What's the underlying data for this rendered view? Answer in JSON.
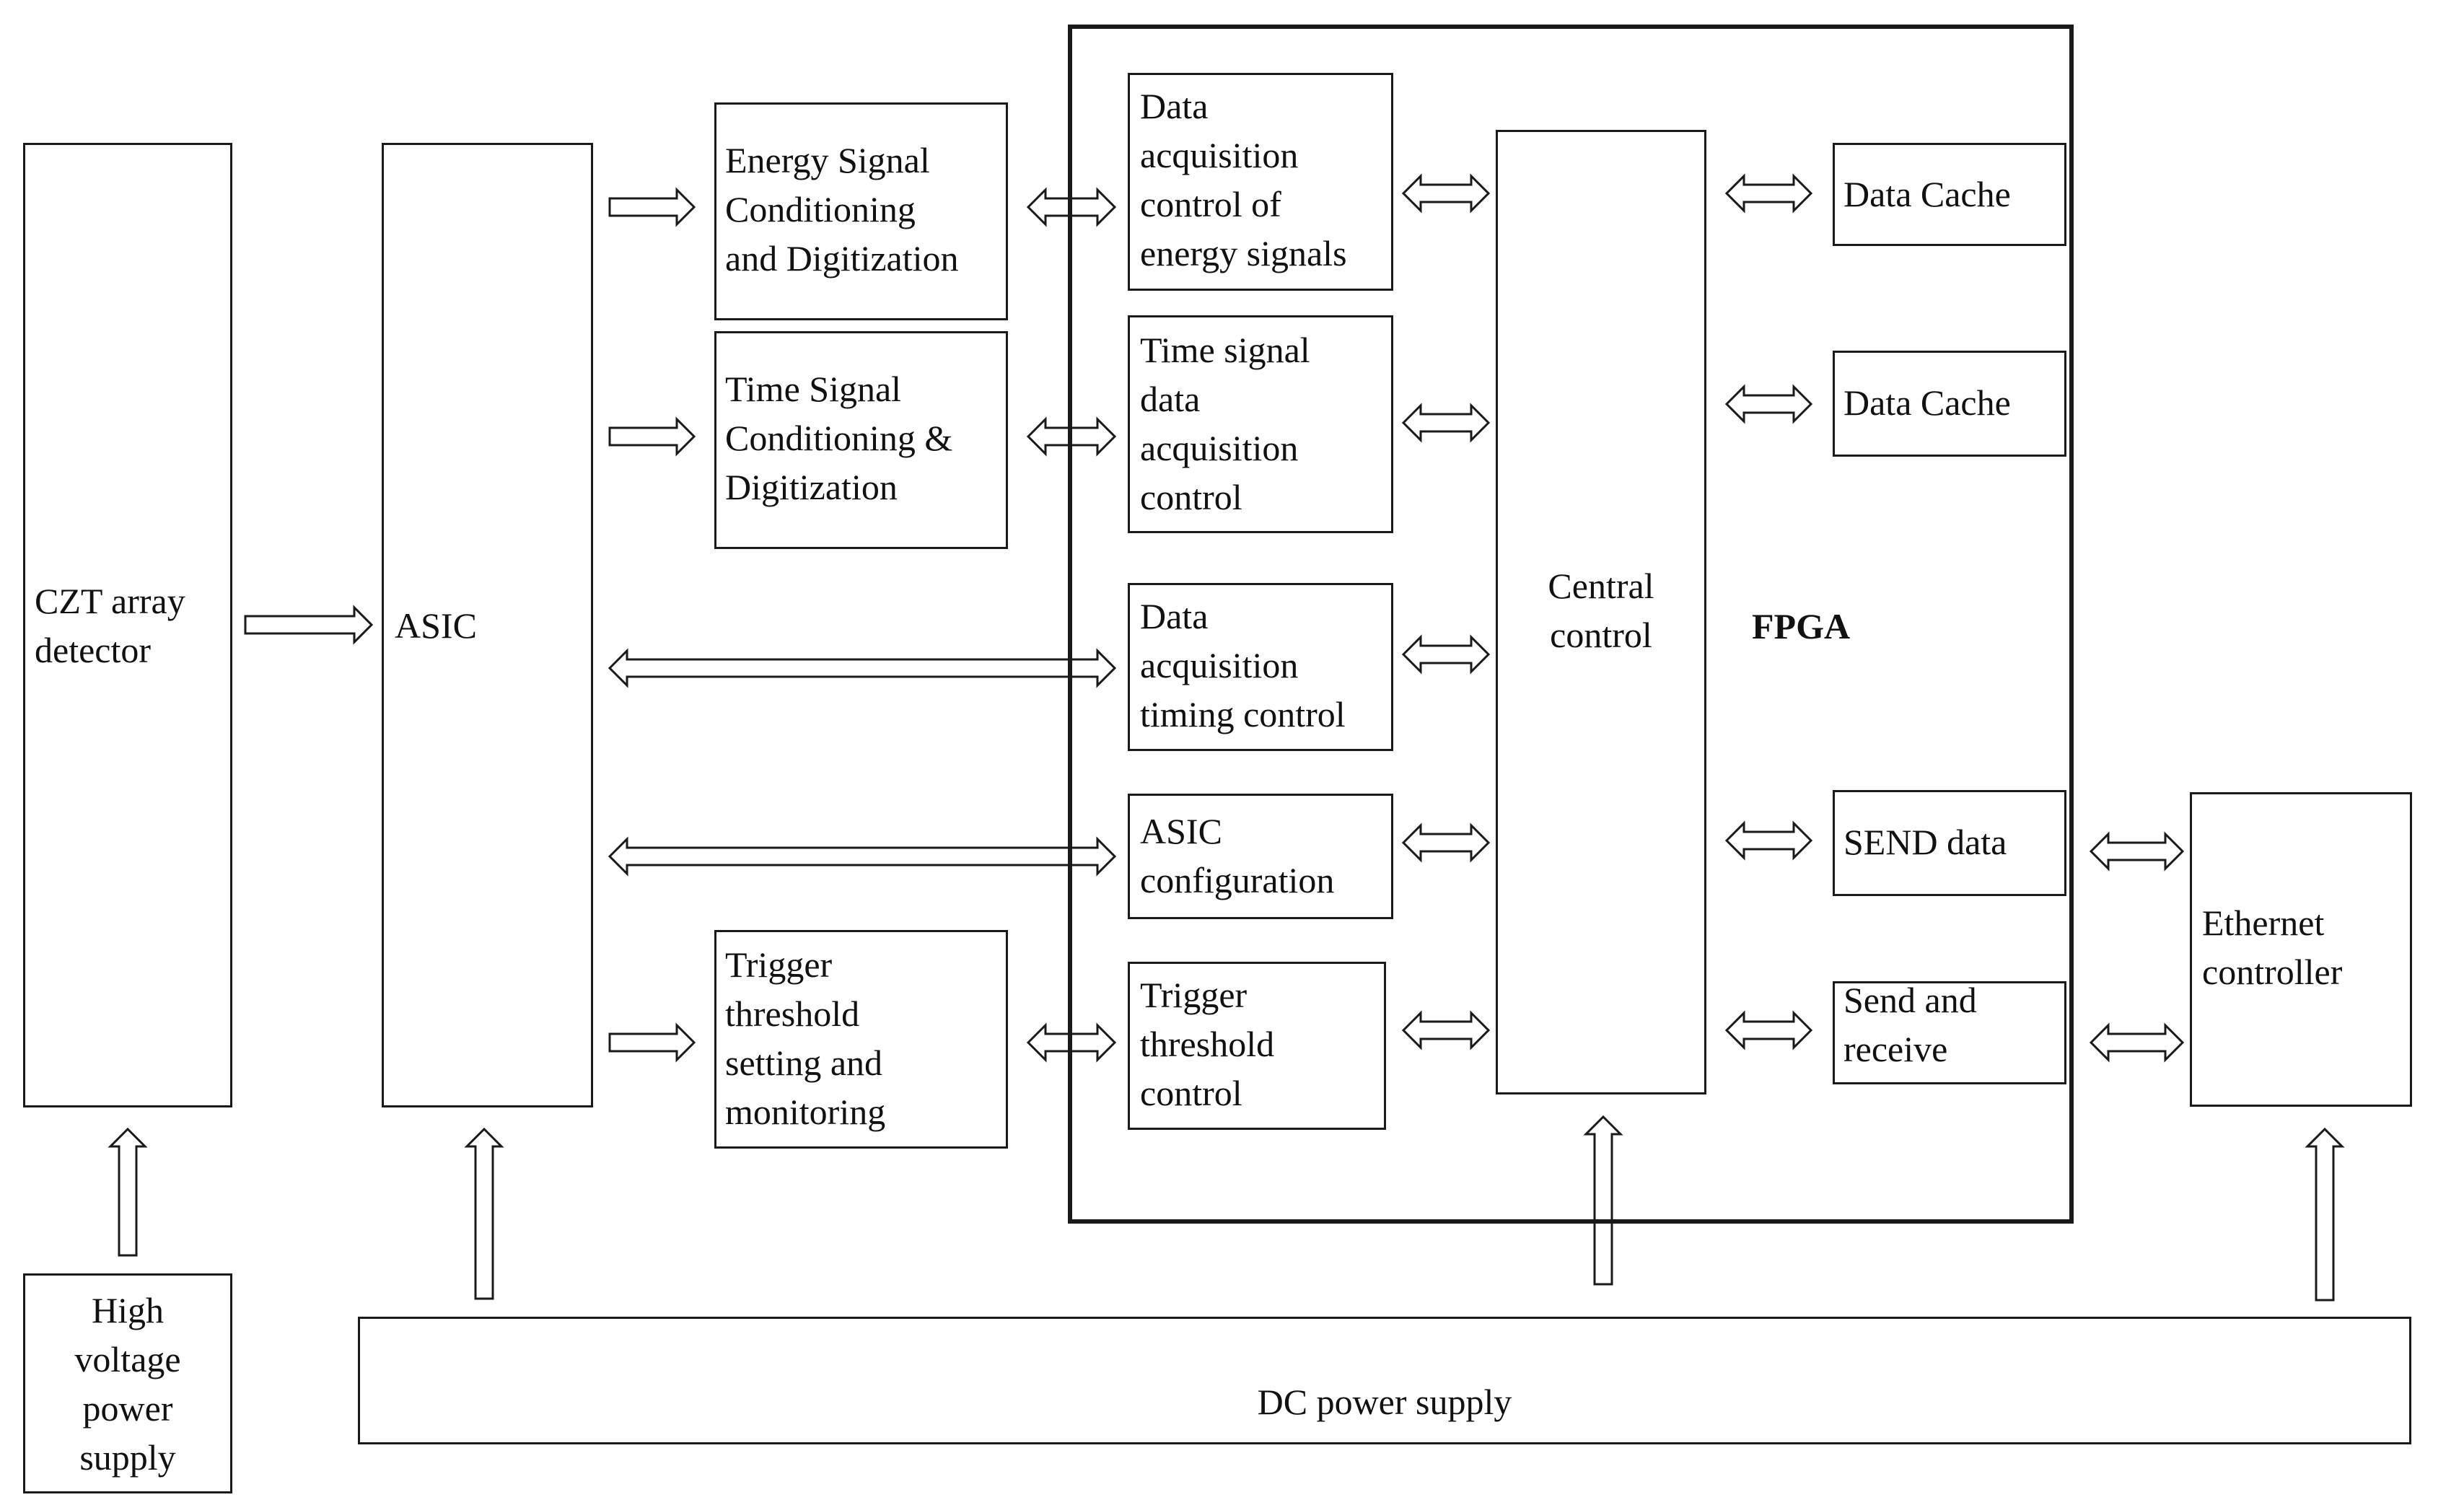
{
  "blocks": {
    "czt": "CZT array\ndetector",
    "hv": "High\nvoltage\npower\nsupply",
    "asic": "ASIC",
    "energy_cond": "Energy Signal\nConditioning\nand Digitization",
    "time_cond": "Time Signal\nConditioning &\nDigitization",
    "trigger_setting": "Trigger\nthreshold\nsetting and\nmonitoring",
    "fpga": "FPGA",
    "daq_energy": "Data\nacquisition\ncontrol of\nenergy signals",
    "time_daq": "Time signal\ndata\nacquisition\ncontrol",
    "daq_timing": "Data\nacquisition\ntiming control",
    "asic_config": "ASIC\nconfiguration",
    "trigger_control": "Trigger\nthreshold\ncontrol",
    "central": "Central\ncontrol",
    "cache1": "Data Cache",
    "cache2": "Data Cache",
    "send": "SEND data",
    "send_receive": "Send and\nreceive",
    "ethernet": "Ethernet\ncontroller",
    "dc": "DC power supply"
  },
  "colors": {
    "line": "#1a1a1a",
    "background": "#ffffff"
  }
}
